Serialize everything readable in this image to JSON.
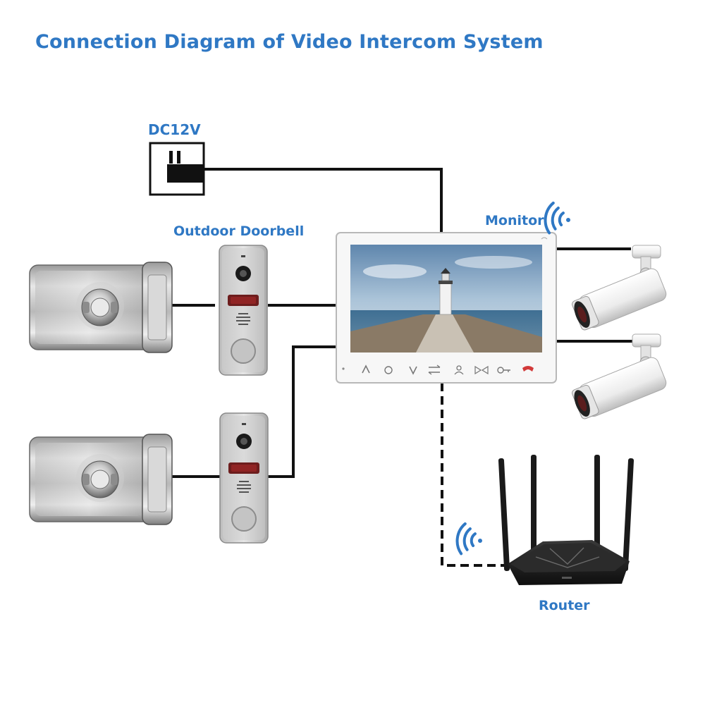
{
  "title": "Connection Diagram of Video Intercom System",
  "labels": {
    "power": "DC12V",
    "doorbell": "Outdoor Doorbell",
    "monitor": "Monitor",
    "router": "Router"
  },
  "colors": {
    "label": "#2f78c4",
    "wire": "#111111"
  }
}
